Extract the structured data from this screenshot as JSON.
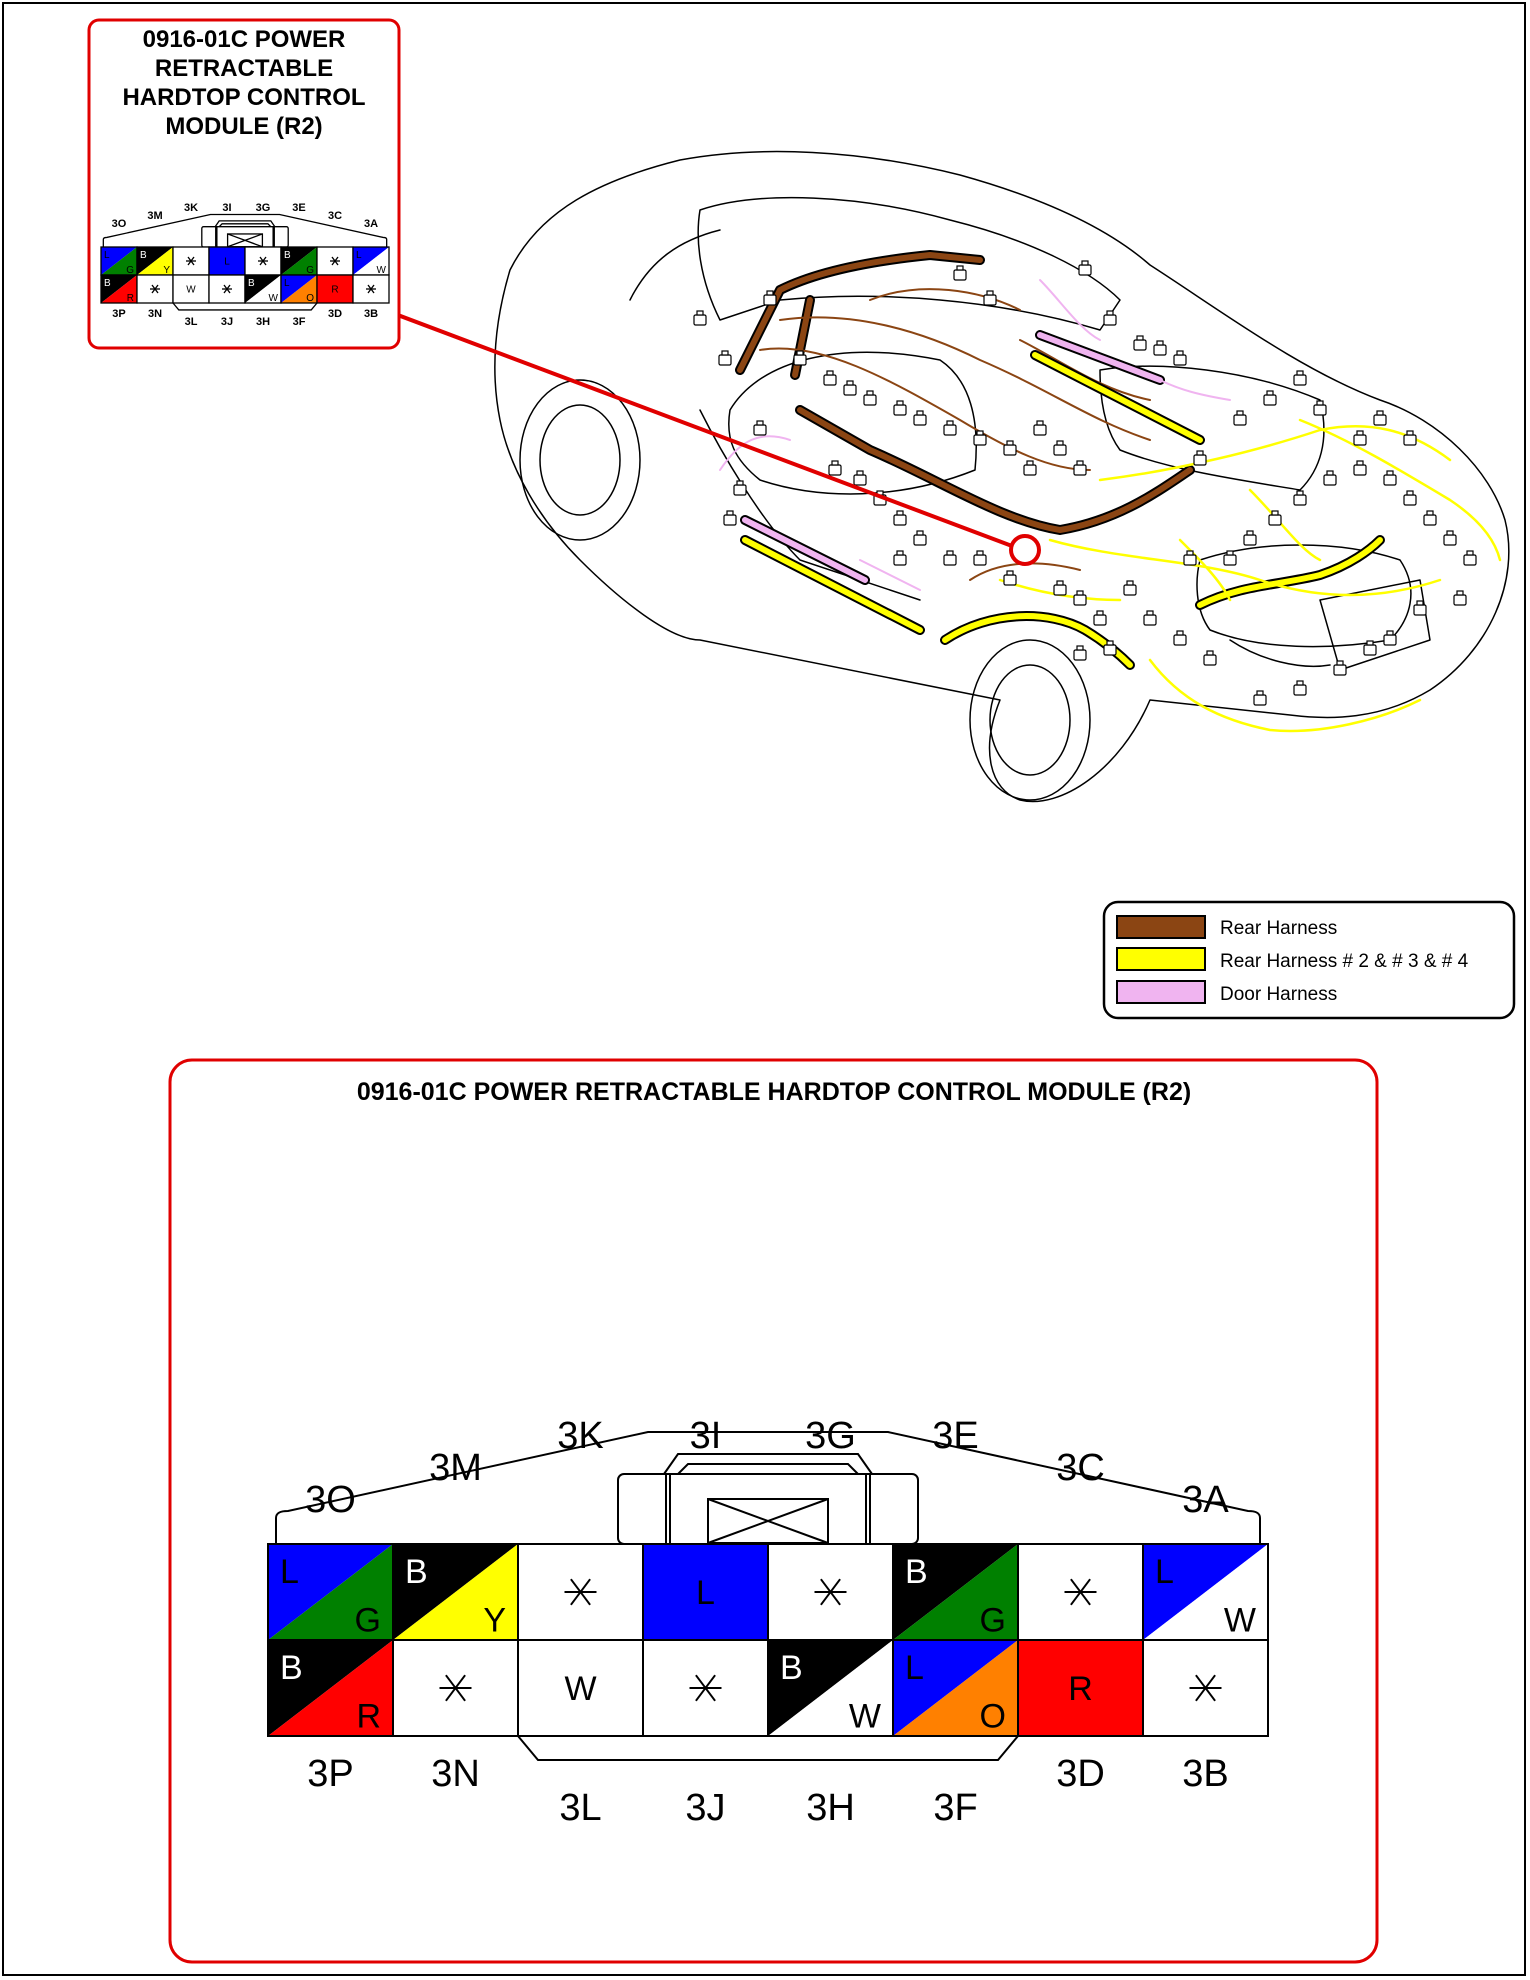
{
  "callout": {
    "title_lines": [
      "0916-01C POWER",
      "RETRACTABLE",
      "HARDTOP CONTROL",
      "MODULE (R2)"
    ]
  },
  "big_panel": {
    "title": "0916-01C POWER RETRACTABLE HARDTOP CONTROL MODULE (R2)"
  },
  "legend": {
    "items": [
      {
        "label": "Rear Harness",
        "color": "#8B4513"
      },
      {
        "label": "Rear Harness # 2 & # 3 & # 4",
        "color": "#FFFF00"
      },
      {
        "label": "Door Harness",
        "color": "#F0B4F0"
      }
    ]
  },
  "colors": {
    "callout_border": "#E00000",
    "leader_line": "#E00000",
    "wire_L": "#0000FF",
    "wire_G": "#008000",
    "wire_B": "#000000",
    "wire_Y": "#FFFF00",
    "wire_R": "#FF0000",
    "wire_O": "#FF8000",
    "wire_W": "#FFFFFF"
  },
  "connector": {
    "top_row": [
      {
        "pin": "3O",
        "primary": "L",
        "secondary": "G"
      },
      {
        "pin": "3M",
        "primary": "B",
        "secondary": "Y"
      },
      {
        "pin": "3K",
        "primary": "*",
        "secondary": ""
      },
      {
        "pin": "3I",
        "primary": "L",
        "secondary": ""
      },
      {
        "pin": "3G",
        "primary": "*",
        "secondary": ""
      },
      {
        "pin": "3E",
        "primary": "B",
        "secondary": "G"
      },
      {
        "pin": "3C",
        "primary": "*",
        "secondary": ""
      },
      {
        "pin": "3A",
        "primary": "L",
        "secondary": "W"
      }
    ],
    "bottom_row": [
      {
        "pin": "3P",
        "primary": "B",
        "secondary": "R"
      },
      {
        "pin": "3N",
        "primary": "*",
        "secondary": ""
      },
      {
        "pin": "3L",
        "primary": "W",
        "secondary": ""
      },
      {
        "pin": "3J",
        "primary": "*",
        "secondary": ""
      },
      {
        "pin": "3H",
        "primary": "B",
        "secondary": "W"
      },
      {
        "pin": "3F",
        "primary": "L",
        "secondary": "O"
      },
      {
        "pin": "3D",
        "primary": "R",
        "secondary": ""
      },
      {
        "pin": "3B",
        "primary": "*",
        "secondary": ""
      }
    ]
  }
}
